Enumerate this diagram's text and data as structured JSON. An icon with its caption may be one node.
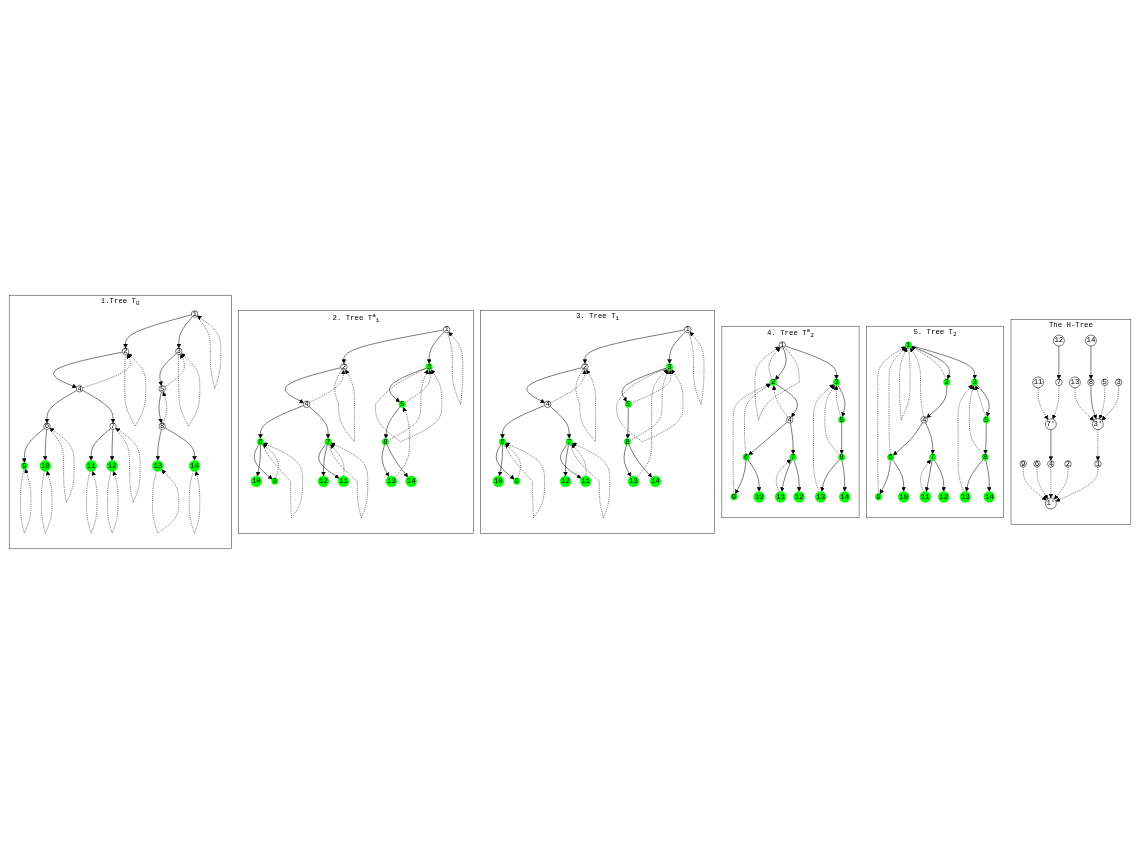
{
  "diagram": {
    "nodes": [
      {
        "text": [
          "1.Tree T$_{0}$"
        ]
      },
      {
        "text": [
          "1"
        ],
        "in": 0
      },
      {
        "text": [
          "2"
        ],
        "in": 0
      },
      {
        "text": [
          "3"
        ],
        "in": 0
      },
      {
        "text": [
          "4"
        ],
        "in": 0
      },
      {
        "text": [
          "5"
        ],
        "in": 0
      },
      {
        "text": [
          "6"
        ],
        "in": 0
      },
      {
        "text": [
          "7"
        ],
        "in": 0
      },
      {
        "text": [
          "8"
        ],
        "in": 0
      },
      {
        "text": [
          "9"
        ],
        "in": 0
      },
      {
        "text": [
          "10"
        ],
        "in": 0
      },
      {
        "text": [
          "11"
        ],
        "in": 0
      },
      {
        "text": [
          "12"
        ],
        "in": 0
      },
      {
        "text": [
          "13"
        ],
        "in": 0
      },
      {
        "text": [
          "14"
        ],
        "in": 0
      },
      {
        "text": [
          "2. Tree T$^{a}$$_{1}$"
        ]
      },
      {
        "text": [
          "1"
        ],
        "in": 15
      },
      {
        "text": [
          "2"
        ],
        "in": 15
      },
      {
        "text": [
          "3"
        ],
        "in": 15
      },
      {
        "text": [
          "4"
        ],
        "in": 15
      },
      {
        "text": [
          "5"
        ],
        "in": 15
      },
      {
        "text": [
          "6"
        ],
        "in": 15
      },
      {
        "text": [
          "7"
        ],
        "in": 15
      },
      {
        "text": [
          "8"
        ],
        "in": 15
      },
      {
        "text": [
          "9"
        ],
        "in": 15
      },
      {
        "text": [
          "10"
        ],
        "in": 15
      },
      {
        "text": [
          "11"
        ],
        "in": 15
      },
      {
        "text": [
          "12"
        ],
        "in": 15
      },
      {
        "text": [
          "13"
        ],
        "in": 15
      },
      {
        "text": [
          "14"
        ],
        "in": 15
      },
      {
        "text": [
          "3. Tree T$_{1}$"
        ]
      },
      {
        "text": [
          "1"
        ],
        "in": 30
      },
      {
        "text": [
          "2"
        ],
        "in": 30
      },
      {
        "text": [
          "3"
        ],
        "in": 30
      },
      {
        "text": [
          "4"
        ],
        "in": 30
      },
      {
        "text": [
          "5"
        ],
        "in": 30
      },
      {
        "text": [
          "6"
        ],
        "in": 30
      },
      {
        "text": [
          "7"
        ],
        "in": 30
      },
      {
        "text": [
          "8"
        ],
        "in": 30
      },
      {
        "text": [
          "9"
        ],
        "in": 30
      },
      {
        "text": [
          "10"
        ],
        "in": 30
      },
      {
        "text": [
          "11"
        ],
        "in": 30
      },
      {
        "text": [
          "12"
        ],
        "in": 30
      },
      {
        "text": [
          "13"
        ],
        "in": 30
      },
      {
        "text": [
          "14"
        ],
        "in": 30
      },
      {
        "text": [
          "4. Tree T$^{a}$$_{2}$"
        ]
      },
      {
        "text": [
          "1"
        ],
        "in": 45
      },
      {
        "text": [
          "2"
        ],
        "in": 45
      },
      {
        "text": [
          "3"
        ],
        "in": 45
      },
      {
        "text": [
          "4"
        ],
        "in": 45
      },
      {
        "text": [
          "5"
        ],
        "in": 45
      },
      {
        "text": [
          "6"
        ],
        "in": 45
      },
      {
        "text": [
          "7"
        ],
        "in": 45
      },
      {
        "text": [
          "8"
        ],
        "in": 45
      },
      {
        "text": [
          "9"
        ],
        "in": 45
      },
      {
        "text": [
          "10"
        ],
        "in": 45
      },
      {
        "text": [
          "11"
        ],
        "in": 45
      },
      {
        "text": [
          "12"
        ],
        "in": 45
      },
      {
        "text": [
          "13"
        ],
        "in": 45
      },
      {
        "text": [
          "14"
        ],
        "in": 45
      },
      {
        "text": [
          "5. Tree T$_{2}$"
        ]
      },
      {
        "text": [
          "1"
        ],
        "in": 60
      },
      {
        "text": [
          "2"
        ],
        "in": 60
      },
      {
        "text": [
          "3"
        ],
        "in": 60
      },
      {
        "text": [
          "4"
        ],
        "in": 60
      },
      {
        "text": [
          "5"
        ],
        "in": 60
      },
      {
        "text": [
          "6"
        ],
        "in": 60
      },
      {
        "text": [
          "7"
        ],
        "in": 60
      },
      {
        "text": [
          "8"
        ],
        "in": 60
      },
      {
        "text": [
          "9"
        ],
        "in": 60
      },
      {
        "text": [
          "10"
        ],
        "in": 60
      },
      {
        "text": [
          "11"
        ],
        "in": 60
      },
      {
        "text": [
          "12"
        ],
        "in": 60
      },
      {
        "text": [
          "13"
        ],
        "in": 60
      },
      {
        "text": [
          "14"
        ],
        "in": 60
      },
      {
        "text": [
          "The H-Tree"
        ]
      },
      {
        "text": [
          "1′"
        ],
        "in": 75
      },
      {
        "text": [
          "9"
        ],
        "in": 75
      },
      {
        "text": [
          "6"
        ],
        "in": 75
      },
      {
        "text": [
          "4"
        ],
        "in": 75
      },
      {
        "text": [
          "2"
        ],
        "in": 75
      },
      {
        "text": [
          "1"
        ],
        "in": 75
      },
      {
        "text": [
          "7′"
        ],
        "in": 75
      },
      {
        "text": [
          "3′"
        ],
        "in": 75
      },
      {
        "text": [
          "11"
        ],
        "in": 75
      },
      {
        "text": [
          "7"
        ],
        "in": 75
      },
      {
        "text": [
          "13"
        ],
        "in": 75
      },
      {
        "text": [
          "8"
        ],
        "in": 75
      },
      {
        "text": [
          "5"
        ],
        "in": 75
      },
      {
        "text": [
          "3"
        ],
        "in": 75
      },
      {
        "text": [
          "12"
        ],
        "in": 75
      },
      {
        "text": [
          "14"
        ],
        "in": 75
      }
    ],
    "edges": [
      {
        "from": 1,
        "to": 2,
        "arrow": "to"
      },
      {
        "from": 1,
        "to": 3,
        "arrow": "to"
      },
      {
        "from": 2,
        "to": 4,
        "arrow": "to"
      },
      {
        "from": 3,
        "to": 5,
        "arrow": "to"
      },
      {
        "from": 4,
        "to": 6,
        "arrow": "to"
      },
      {
        "from": 4,
        "to": 7,
        "arrow": "to"
      },
      {
        "from": 5,
        "to": 8,
        "arrow": "to"
      },
      {
        "from": 6,
        "to": 9,
        "arrow": "to"
      },
      {
        "from": 6,
        "to": 10,
        "arrow": "to"
      },
      {
        "from": 7,
        "to": 11,
        "arrow": "to"
      },
      {
        "from": 7,
        "to": 12,
        "arrow": "to"
      },
      {
        "from": 8,
        "to": 13,
        "arrow": "to"
      },
      {
        "from": 8,
        "to": 14,
        "arrow": "to"
      },
      {
        "from": 1,
        "to": 1,
        "arrow": "to",
        "style": "dashed"
      },
      {
        "from": 2,
        "to": 2,
        "arrow": "to",
        "style": "dashed"
      },
      {
        "from": 3,
        "to": 3,
        "arrow": "to",
        "style": "dashed"
      },
      {
        "from": 6,
        "to": 6,
        "arrow": "to",
        "style": "dashed"
      },
      {
        "from": 7,
        "to": 7,
        "arrow": "to",
        "style": "dashed"
      },
      {
        "from": 9,
        "to": 9,
        "arrow": "to",
        "style": "dashed"
      },
      {
        "from": 10,
        "to": 10,
        "arrow": "to",
        "style": "dashed"
      },
      {
        "from": 11,
        "to": 11,
        "arrow": "to",
        "style": "dashed"
      },
      {
        "from": 12,
        "to": 12,
        "arrow": "to",
        "style": "dashed"
      },
      {
        "from": 13,
        "to": 13,
        "arrow": "to",
        "style": "dashed"
      },
      {
        "from": 14,
        "to": 14,
        "arrow": "to",
        "style": "dashed"
      },
      {
        "from": 4,
        "to": 2,
        "arrow": "to",
        "style": "dashed"
      },
      {
        "from": 5,
        "to": 3,
        "arrow": "to",
        "style": "dashed"
      },
      {
        "from": 8,
        "to": 5,
        "arrow": "to",
        "style": "dashed"
      },
      {
        "from": 16,
        "to": 17,
        "arrow": "to"
      },
      {
        "from": 16,
        "to": 18,
        "arrow": "to"
      },
      {
        "from": 17,
        "to": 19,
        "arrow": "to"
      },
      {
        "from": 18,
        "to": 20,
        "arrow": "to"
      },
      {
        "from": 19,
        "to": 21,
        "arrow": "to"
      },
      {
        "from": 19,
        "to": 22,
        "arrow": "to"
      },
      {
        "from": 20,
        "to": 23,
        "arrow": "to"
      },
      {
        "from": 21,
        "to": 24,
        "arrow": "to"
      },
      {
        "from": 21,
        "to": 25,
        "arrow": "to"
      },
      {
        "from": 22,
        "to": 26,
        "arrow": "to"
      },
      {
        "from": 22,
        "to": 27,
        "arrow": "to"
      },
      {
        "from": 23,
        "to": 28,
        "arrow": "to"
      },
      {
        "from": 23,
        "to": 29,
        "arrow": "to"
      },
      {
        "from": 16,
        "to": 16,
        "arrow": "to",
        "style": "dashed"
      },
      {
        "from": 17,
        "to": 17,
        "arrow": "to",
        "style": "dashed"
      },
      {
        "from": 18,
        "to": 18,
        "arrow": "to",
        "style": "dashed"
      },
      {
        "from": 21,
        "to": 21,
        "arrow": "to",
        "style": "dashed"
      },
      {
        "from": 22,
        "to": 22,
        "arrow": "to",
        "style": "dashed"
      },
      {
        "from": 19,
        "to": 17,
        "arrow": "to",
        "style": "dashed"
      },
      {
        "from": 20,
        "to": 18,
        "arrow": "to",
        "style": "dashed"
      },
      {
        "from": 23,
        "to": 18,
        "arrow": "to",
        "style": "dashed"
      },
      {
        "from": 24,
        "to": 21,
        "arrow": "to",
        "style": "dashed"
      },
      {
        "from": 26,
        "to": 22,
        "arrow": "to",
        "style": "dashed"
      },
      {
        "from": 28,
        "to": 20,
        "arrow": "to",
        "style": "dashed"
      },
      {
        "from": 31,
        "to": 32,
        "arrow": "to"
      },
      {
        "from": 31,
        "to": 33,
        "arrow": "to"
      },
      {
        "from": 32,
        "to": 34,
        "arrow": "to"
      },
      {
        "from": 33,
        "to": 35,
        "arrow": "to"
      },
      {
        "from": 34,
        "to": 36,
        "arrow": "to"
      },
      {
        "from": 34,
        "to": 37,
        "arrow": "to"
      },
      {
        "from": 35,
        "to": 38,
        "arrow": "to"
      },
      {
        "from": 36,
        "to": 39,
        "arrow": "to"
      },
      {
        "from": 36,
        "to": 40,
        "arrow": "to"
      },
      {
        "from": 37,
        "to": 41,
        "arrow": "to"
      },
      {
        "from": 37,
        "to": 42,
        "arrow": "to"
      },
      {
        "from": 38,
        "to": 43,
        "arrow": "to"
      },
      {
        "from": 38,
        "to": 44,
        "arrow": "to"
      },
      {
        "from": 31,
        "to": 31,
        "arrow": "to",
        "style": "dashed"
      },
      {
        "from": 32,
        "to": 32,
        "arrow": "to",
        "style": "dashed"
      },
      {
        "from": 33,
        "to": 33,
        "arrow": "to",
        "style": "dashed"
      },
      {
        "from": 36,
        "to": 36,
        "arrow": "to",
        "style": "dashed"
      },
      {
        "from": 37,
        "to": 37,
        "arrow": "to",
        "style": "dashed"
      },
      {
        "from": 34,
        "to": 32,
        "arrow": "to",
        "style": "dashed"
      },
      {
        "from": 35,
        "to": 33,
        "arrow": "to",
        "style": "dashed"
      },
      {
        "from": 38,
        "to": 33,
        "arrow": "to",
        "style": "dashed"
      },
      {
        "from": 39,
        "to": 36,
        "arrow": "to",
        "style": "dashed"
      },
      {
        "from": 41,
        "to": 37,
        "arrow": "to",
        "style": "dashed"
      },
      {
        "from": 43,
        "to": 33,
        "arrow": "to",
        "style": "dashed"
      },
      {
        "from": 46,
        "to": 47,
        "arrow": "to"
      },
      {
        "from": 46,
        "to": 48,
        "arrow": "to"
      },
      {
        "from": 47,
        "to": 49,
        "arrow": "to"
      },
      {
        "from": 48,
        "to": 50,
        "arrow": "to"
      },
      {
        "from": 49,
        "to": 51,
        "arrow": "to"
      },
      {
        "from": 49,
        "to": 52,
        "arrow": "to"
      },
      {
        "from": 50,
        "to": 53,
        "arrow": "to"
      },
      {
        "from": 51,
        "to": 54,
        "arrow": "to"
      },
      {
        "from": 51,
        "to": 55,
        "arrow": "to"
      },
      {
        "from": 52,
        "to": 56,
        "arrow": "to"
      },
      {
        "from": 52,
        "to": 57,
        "arrow": "to"
      },
      {
        "from": 53,
        "to": 58,
        "arrow": "to"
      },
      {
        "from": 53,
        "to": 59,
        "arrow": "to"
      },
      {
        "from": 46,
        "to": 46,
        "arrow": "to",
        "style": "dashed"
      },
      {
        "from": 47,
        "to": 46,
        "arrow": "to",
        "style": "dashed"
      },
      {
        "from": 49,
        "to": 47,
        "arrow": "to",
        "style": "dashed"
      },
      {
        "from": 51,
        "to": 47,
        "arrow": "to",
        "style": "dashed"
      },
      {
        "from": 54,
        "to": 47,
        "arrow": "to",
        "style": "dashed"
      },
      {
        "from": 50,
        "to": 48,
        "arrow": "to",
        "style": "dashed"
      },
      {
        "from": 53,
        "to": 48,
        "arrow": "to",
        "style": "dashed"
      },
      {
        "from": 56,
        "to": 52,
        "arrow": "to",
        "style": "dashed"
      },
      {
        "from": 58,
        "to": 48,
        "arrow": "to",
        "style": "dashed"
      },
      {
        "from": 61,
        "to": 62,
        "arrow": "to"
      },
      {
        "from": 61,
        "to": 63,
        "arrow": "to"
      },
      {
        "from": 62,
        "to": 64,
        "arrow": "to"
      },
      {
        "from": 63,
        "to": 65,
        "arrow": "to"
      },
      {
        "from": 64,
        "to": 66,
        "arrow": "to"
      },
      {
        "from": 64,
        "to": 67,
        "arrow": "to"
      },
      {
        "from": 65,
        "to": 68,
        "arrow": "to"
      },
      {
        "from": 66,
        "to": 69,
        "arrow": "to"
      },
      {
        "from": 66,
        "to": 70,
        "arrow": "to"
      },
      {
        "from": 67,
        "to": 71,
        "arrow": "to"
      },
      {
        "from": 67,
        "to": 72,
        "arrow": "to"
      },
      {
        "from": 68,
        "to": 73,
        "arrow": "to"
      },
      {
        "from": 68,
        "to": 74,
        "arrow": "to"
      },
      {
        "from": 61,
        "to": 61,
        "arrow": "to",
        "style": "dashed"
      },
      {
        "from": 62,
        "to": 61,
        "arrow": "to",
        "style": "dashed"
      },
      {
        "from": 64,
        "to": 61,
        "arrow": "to",
        "style": "dashed"
      },
      {
        "from": 66,
        "to": 61,
        "arrow": "to",
        "style": "dashed"
      },
      {
        "from": 69,
        "to": 61,
        "arrow": "to",
        "style": "dashed"
      },
      {
        "from": 65,
        "to": 63,
        "arrow": "to",
        "style": "dashed"
      },
      {
        "from": 68,
        "to": 63,
        "arrow": "to",
        "style": "dashed"
      },
      {
        "from": 71,
        "to": 67,
        "arrow": "to",
        "style": "dashed"
      },
      {
        "from": 73,
        "to": 63,
        "arrow": "to",
        "style": "dashed"
      },
      {
        "from": 77,
        "to": 76,
        "arrow": "to",
        "style": "dashed"
      },
      {
        "from": 78,
        "to": 76,
        "arrow": "to",
        "style": "dashed"
      },
      {
        "from": 79,
        "to": 76,
        "arrow": "to",
        "style": "dashed"
      },
      {
        "from": 80,
        "to": 76,
        "arrow": "to",
        "style": "dashed"
      },
      {
        "from": 81,
        "to": 76,
        "arrow": "to",
        "style": "dashed"
      },
      {
        "from": 82,
        "to": 79,
        "arrow": "to"
      },
      {
        "from": 83,
        "to": 81,
        "arrow": "to",
        "style": "dashed"
      },
      {
        "from": 84,
        "to": 82,
        "arrow": "to",
        "style": "dashed"
      },
      {
        "from": 85,
        "to": 82,
        "arrow": "to",
        "style": "dashed"
      },
      {
        "from": 86,
        "to": 83,
        "arrow": "to",
        "style": "dashed"
      },
      {
        "from": 87,
        "to": 83,
        "arrow": "to"
      },
      {
        "from": 88,
        "to": 83,
        "arrow": "to",
        "style": "dashed"
      },
      {
        "from": 89,
        "to": 83,
        "arrow": "to",
        "style": "dashed"
      },
      {
        "from": 90,
        "to": 85,
        "arrow": "to"
      },
      {
        "from": 91,
        "to": 87,
        "arrow": "to"
      }
    ]
  }
}
